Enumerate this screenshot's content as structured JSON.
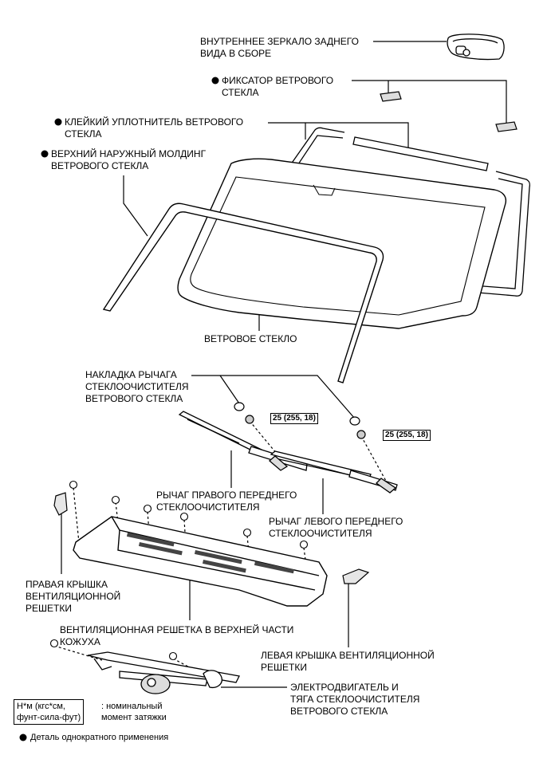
{
  "labels": {
    "mirror": "ВНУТРЕННЕЕ ЗЕРКАЛО ЗАДНЕГО\nВИДА В СБОРЕ",
    "retainer": "ФИКСАТОР ВЕТРОВОГО\nСТЕКЛА",
    "adhesive_dam": "КЛЕЙКИЙ УПЛОТНИТЕЛЬ ВЕТРОВОГО\nСТЕКЛА",
    "upper_molding": "ВЕРХНИЙ НАРУЖНЫЙ МОЛДИНГ\nВЕТРОВОГО СТЕКЛА",
    "windshield": "ВЕТРОВОЕ СТЕКЛО",
    "arm_cover": "НАКЛАДКА РЫЧАГА\nСТЕКЛООЧИСТИТЕЛЯ\nВЕТРОВОГО СТЕКЛА",
    "right_arm": "РЫЧАГ ПРАВОГО ПЕРЕДНЕГО\nСТЕКЛООЧИСТИТЕЛЯ",
    "left_arm": "РЫЧАГ ЛЕВОГО ПЕРЕДНЕГО\nСТЕКЛООЧИСТИТЕЛЯ",
    "right_vent_cover": "ПРАВАЯ КРЫШКА\nВЕНТИЛЯЦИОННОЙ\nРЕШЕТКИ",
    "cowl_louver": "ВЕНТИЛЯЦИОННАЯ РЕШЕТКА В ВЕРХНЕЙ ЧАСТИ\nКОЖУХА",
    "left_vent_cover": "ЛЕВАЯ КРЫШКА ВЕНТИЛЯЦИОННОЙ\nРЕШЕТКИ",
    "motor_link": "ЭЛЕКТРОДВИГАТЕЛЬ И\nТЯГА СТЕКЛООЧИСТИТЕЛЯ\nВЕТРОВОГО СТЕКЛА"
  },
  "torque": {
    "right": "25 (255, 18)",
    "left": "25 (255, 18)"
  },
  "legend": {
    "unit_box": "Н*м (кгс*см,\nфунт-сила-фут)",
    "unit_text": ": номинальный\nмомент затяжки",
    "non_reusable": "Деталь однократного применения"
  }
}
